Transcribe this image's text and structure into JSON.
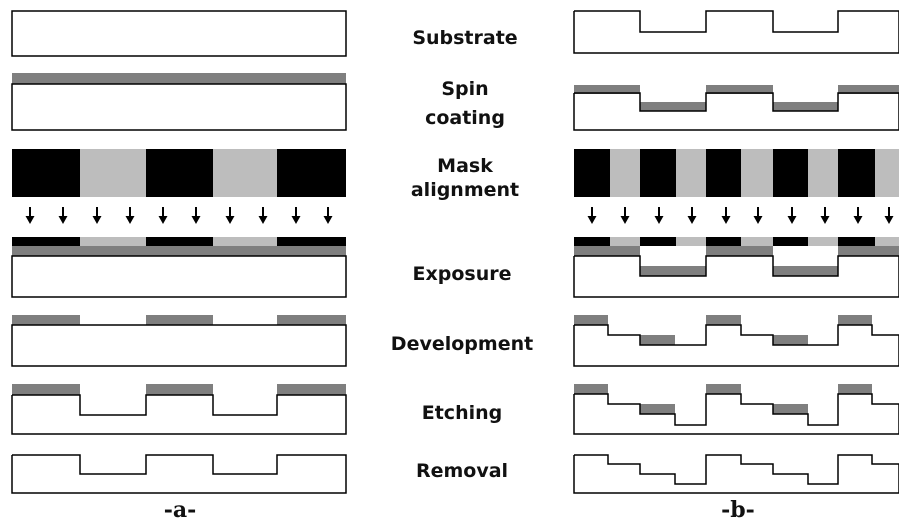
{
  "colors": {
    "outline": "#000000",
    "resist": "#7f7f7f",
    "mask_opaque": "#000000",
    "mask_clear": "#bdbdbd",
    "background": "#ffffff"
  },
  "steps": [
    {
      "id": "substrate",
      "lines": [
        "Substrate"
      ]
    },
    {
      "id": "spin-coating",
      "lines": [
        "Spin",
        "coating"
      ]
    },
    {
      "id": "mask-alignment",
      "lines": [
        "Mask",
        "alignment"
      ]
    },
    {
      "id": "exposure",
      "lines": [
        "Exposure"
      ]
    },
    {
      "id": "development",
      "lines": [
        "Development"
      ]
    },
    {
      "id": "etching",
      "lines": [
        "Etching"
      ]
    },
    {
      "id": "removal",
      "lines": [
        "Removal"
      ]
    }
  ],
  "panels": {
    "a": {
      "label": "-a-"
    },
    "b": {
      "label": "-b-"
    }
  },
  "icons": {
    "arrow": "down-arrow-icon"
  }
}
